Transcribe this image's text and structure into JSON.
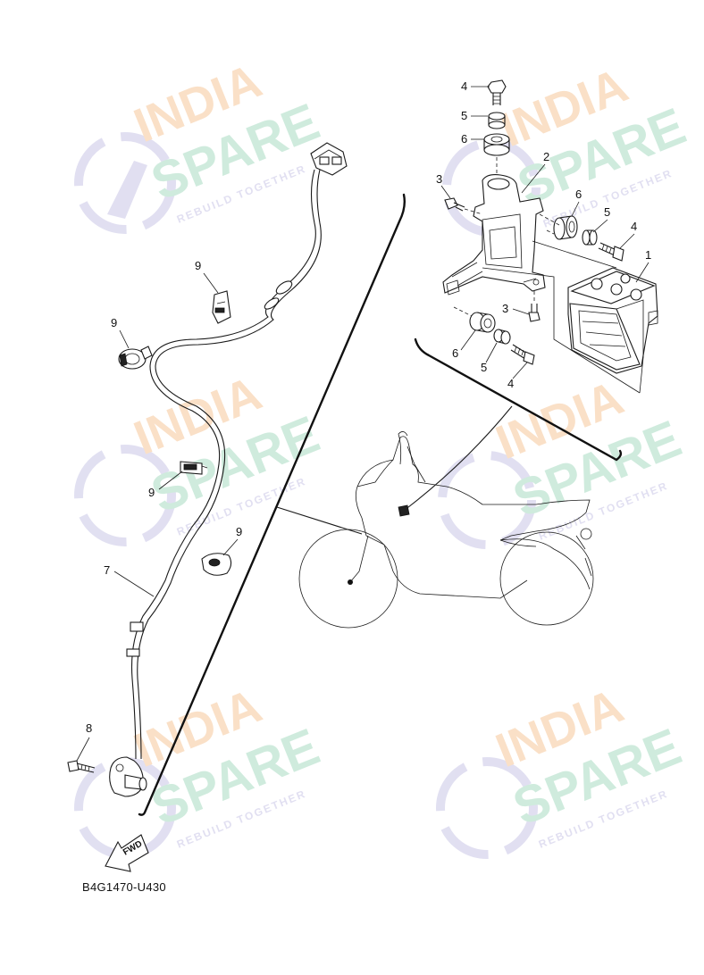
{
  "diagram": {
    "code": "B4G1470-U430",
    "fwd_label": "FWD",
    "callouts": [
      "1",
      "2",
      "3",
      "4",
      "5",
      "6",
      "7",
      "8",
      "9"
    ]
  },
  "watermark": {
    "line1": "INDIA",
    "line2": "SPARE",
    "tagline": "REBUILD TOGETHER",
    "colors": {
      "orange": "#f6c79b",
      "green": "#a9dcc3",
      "purple": "#c9c6e6"
    }
  }
}
